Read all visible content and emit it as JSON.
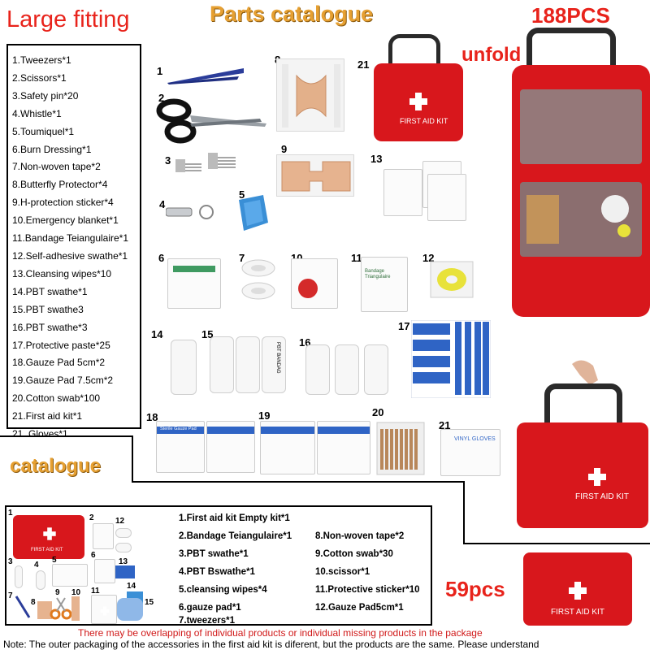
{
  "titles": {
    "large_fitting": "Large fitting",
    "parts_catalogue": "Parts catalogue",
    "total_pcs": "188PCS",
    "unfold": "unfold",
    "catalogue": "catalogue",
    "small_pcs": "59pcs"
  },
  "large_list": [
    "1.Tweezers*1",
    "2.Scissors*1",
    "3.Safety pin*20",
    "4.Whistle*1",
    "5.Toumiquel*1",
    "6.Burn Dressing*1",
    "7.Non-woven tape*2",
    "8.Butterfly Protector*4",
    "9.H-protection sticker*4",
    "10.Emergency blanket*1",
    "11.Bandage Teiangulaire*1",
    "12.Self-adhesive swathe*1",
    "13.Cleansing wipes*10",
    "14.PBT swathe*1",
    "15.PBT swathe3",
    "16.PBT swathe*3",
    "17.Protective paste*25",
    "18.Gauze Pad 5cm*2",
    "19.Gauze Pad 7.5cm*2",
    "20.Cotton swab*100",
    "21.First aid kit*1",
    "21. Gloves*1"
  ],
  "part_numbers": [
    "1",
    "2",
    "3",
    "4",
    "5",
    "6",
    "7",
    "8",
    "9",
    "10",
    "11",
    "12",
    "13",
    "14",
    "15",
    "16",
    "17",
    "18",
    "19",
    "20",
    "21",
    "21"
  ],
  "product_text": {
    "bag_label": "FIRST AID KIT",
    "bandage_label": "PBT BANDAG",
    "gauze_label": "Sterile Gauze Pad",
    "gloves_label": "VINYL GLOVES",
    "triangle_label": "Bandage Triangulaire"
  },
  "small_list_left": [
    "1.First aid kit Empty kit*1",
    "2.Bandage Teiangulaire*1",
    "3.PBT swathe*1",
    "4.PBT Bswathe*1",
    "5.cleansing wipes*4",
    "6.gauze pad*1",
    "7.tweezers*1"
  ],
  "small_list_right": [
    "8.Non-woven tape*2",
    "9.Cotton swab*30",
    "10.scissor*1",
    "11.Protective sticker*10",
    "12.Gauze Pad5cm*1"
  ],
  "small_numbers": [
    "1",
    "2",
    "12",
    "3",
    "4",
    "5",
    "6",
    "13",
    "7",
    "8",
    "9",
    "10",
    "11",
    "14",
    "15"
  ],
  "footer": {
    "warning": "There may be overlapping of individual products or individual missing products in the package",
    "note": "Note: The outer packaging of the accessories in the first aid kit is diferent, but the products are the same. Please understand"
  },
  "colors": {
    "title_red": "#e8231b",
    "title_orange": "#e6a032",
    "bag_red": "#d8171c",
    "bandage_blue": "#2f64c5"
  }
}
